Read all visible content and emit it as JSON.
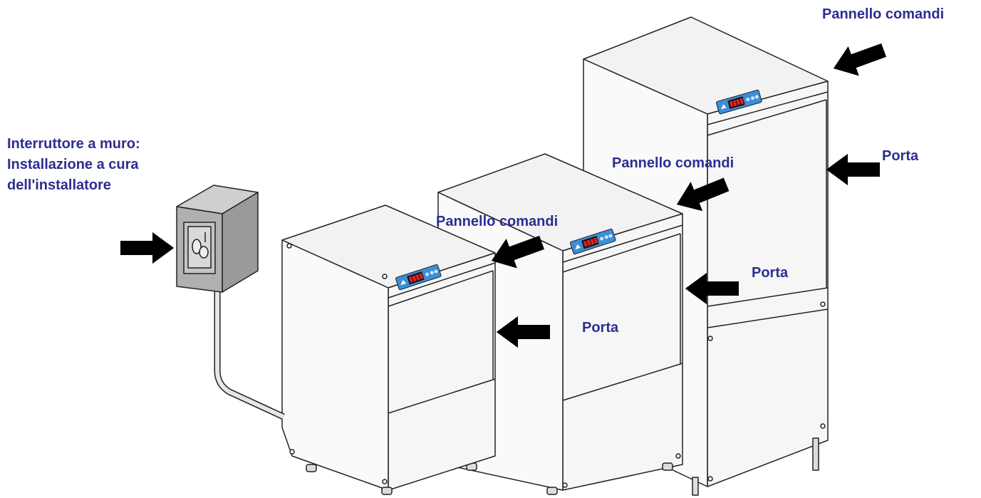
{
  "labels": {
    "wall_switch_line1": "Interruttore a muro:",
    "wall_switch_line2": "Installazione a cura",
    "wall_switch_line3": "dell'installatore",
    "panel_tall": "Pannello comandi",
    "panel_medium": "Pannello comandi",
    "panel_small": "Pannello comandi",
    "door_tall_upper": "Porta",
    "door_tall_lower": "Porta",
    "door_small": "Porta"
  },
  "display": {
    "readout": "88.88"
  },
  "colors": {
    "label_text": "#2d2d91",
    "outline": "#222222",
    "panel_blue": "#3a8fd8",
    "display_red": "#e02020",
    "switch_grey": "#a9a9a9"
  },
  "icons": [
    "pointer-arrow-icon",
    "rotary-switch-icon",
    "control-panel-icon"
  ]
}
